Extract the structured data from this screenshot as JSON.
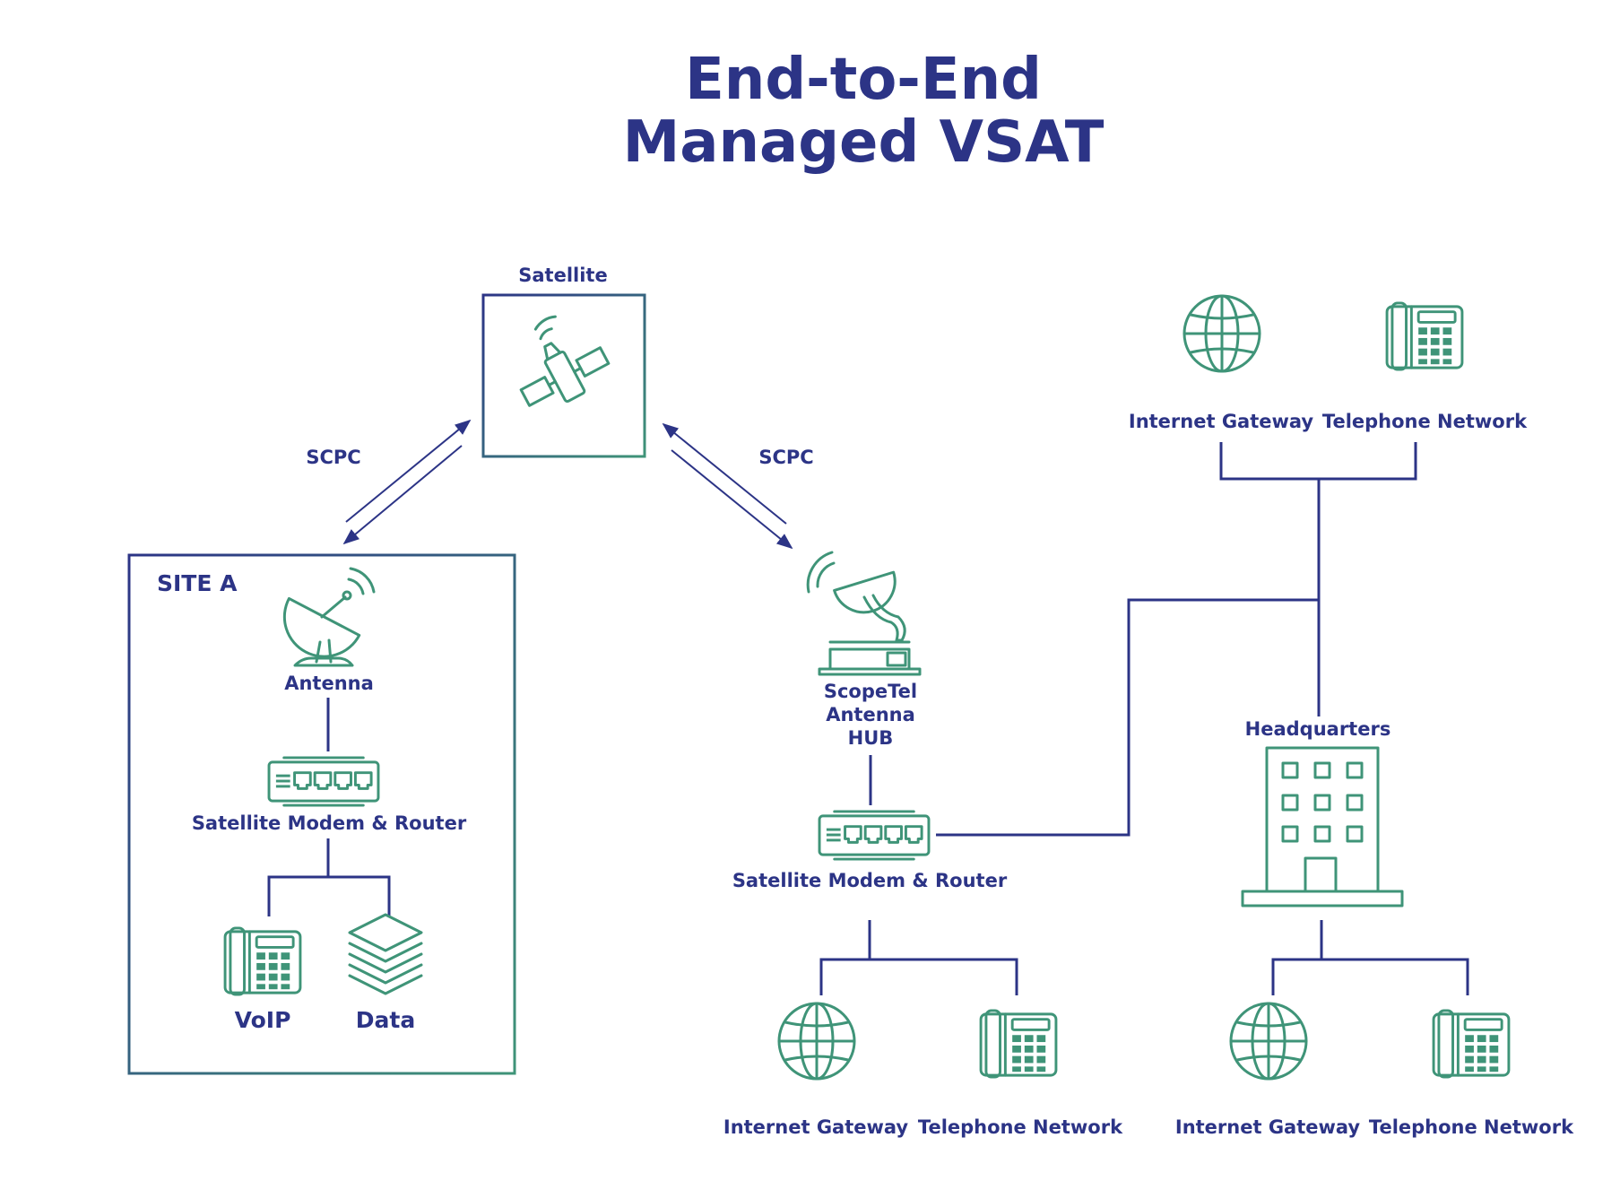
{
  "title": {
    "line1": "End-to-End",
    "line2": "Managed VSAT"
  },
  "satellite": {
    "label": "Satellite",
    "icon": "satellite-icon"
  },
  "links": {
    "left_label": "SCPC",
    "right_label": "SCPC"
  },
  "site_a": {
    "title": "SITE A",
    "antenna_label": "Antenna",
    "modem_label": "Satellite Modem & Router",
    "voip_label": "VoIP",
    "data_label": "Data"
  },
  "hub": {
    "label_line1": "ScopeTel",
    "label_line2": "Antenna",
    "label_line3": "HUB",
    "modem_label": "Satellite Modem & Router",
    "internet_label": "Internet Gateway",
    "telephone_label": "Telephone Network"
  },
  "top_right": {
    "internet_label": "Internet Gateway",
    "telephone_label": "Telephone Network"
  },
  "headquarters": {
    "label": "Headquarters",
    "internet_label": "Internet Gateway",
    "telephone_label": "Telephone Network"
  },
  "colors": {
    "navy": "#2c3486",
    "green": "#3f9478"
  }
}
